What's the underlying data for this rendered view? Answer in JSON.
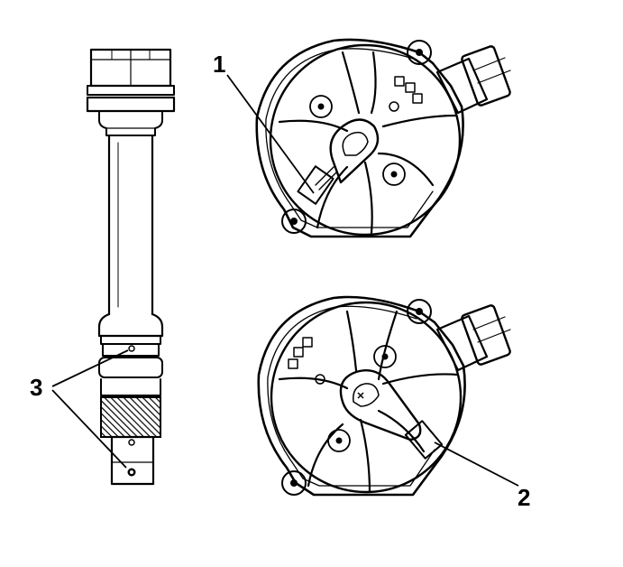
{
  "figure": {
    "callouts": [
      {
        "id": "1",
        "text": "1"
      },
      {
        "id": "2",
        "text": "2"
      },
      {
        "id": "3",
        "text": "3"
      }
    ]
  }
}
